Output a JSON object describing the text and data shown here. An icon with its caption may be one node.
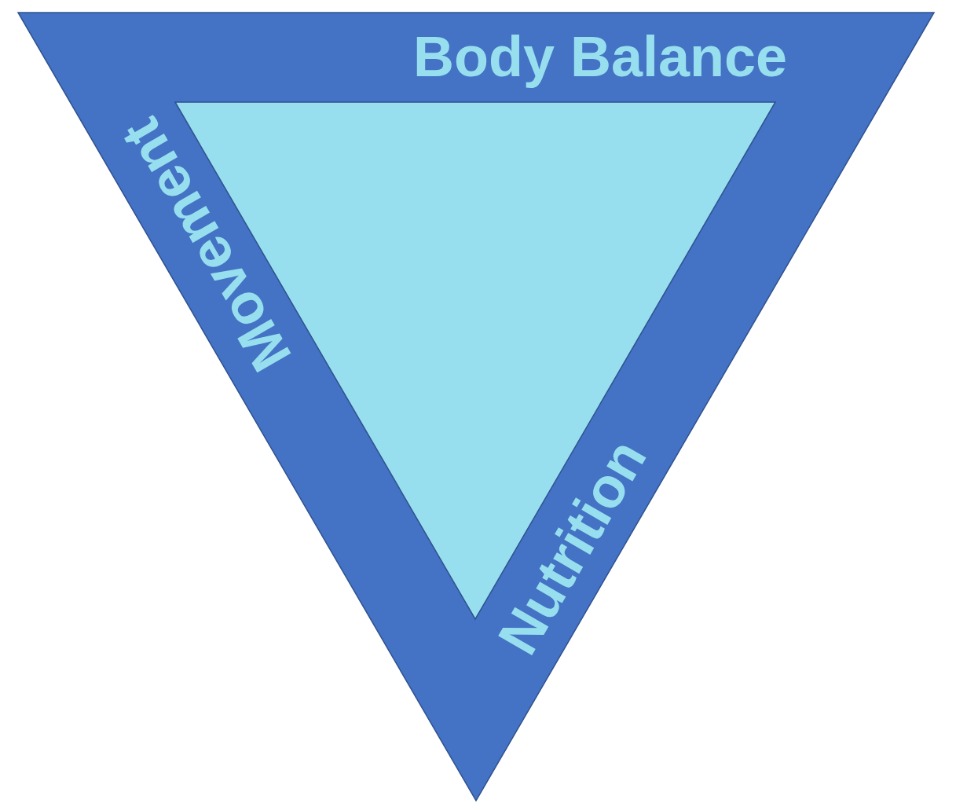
{
  "diagram": {
    "nodes": [
      {
        "text": [
          "Body Balance",
          "Movement",
          "Nutrition"
        ]
      },
      {
        "text": [],
        "shape": "triangle",
        "in": 0
      }
    ]
  }
}
